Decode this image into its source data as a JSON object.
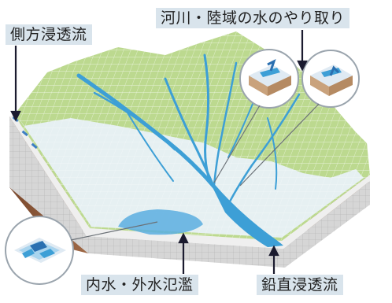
{
  "labels": {
    "lateral_seepage": "側方浸透流",
    "river_land_exchange": "河川・陸域の水のやり取り",
    "inland_outer_flooding": "内水・外水氾濫",
    "vertical_seepage": "鉛直浸透流"
  },
  "colors": {
    "label_bg": "#d9e4ec",
    "terrain_green": "#bcd98f",
    "floodplain": "#e6f0f2",
    "river_blue": "#3d9fd6",
    "soil_brown": "#8a5a3c",
    "slab_side": "#d9d9d9",
    "pointer": "#1b1b2f"
  }
}
